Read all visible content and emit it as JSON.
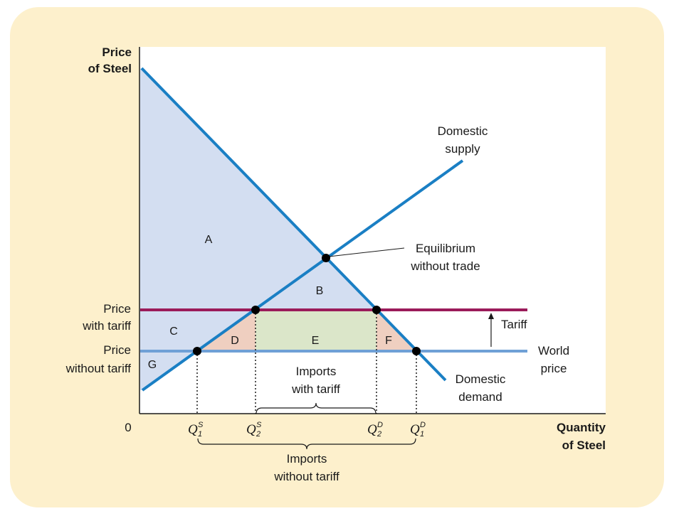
{
  "colors": {
    "background": "#fdf0cc",
    "demand_supply_line": "#1a7fc4",
    "tariff_line": "#9b1b5a",
    "world_price_line": "#6fa0d6",
    "consumer_surplus_fill": "#d3def1",
    "deadweight_fill": "#efcfc0",
    "tariff_revenue_fill": "#dbe6c9"
  },
  "axes": {
    "y_title_line1": "Price",
    "y_title_line2": "of Steel",
    "x_title_line1": "Quantity",
    "x_title_line2": "of Steel",
    "origin": "0"
  },
  "price_labels": {
    "with_tariff_line1": "Price",
    "with_tariff_line2": "with tariff",
    "without_tariff_line1": "Price",
    "without_tariff_line2": "without tariff"
  },
  "curves": {
    "supply_line1": "Domestic",
    "supply_line2": "supply",
    "demand_line1": "Domestic",
    "demand_line2": "demand",
    "equilibrium_line1": "Equilibrium",
    "equilibrium_line2": "without trade",
    "tariff": "Tariff",
    "world_line1": "World",
    "world_line2": "price"
  },
  "areas": {
    "A": "A",
    "B": "B",
    "C": "C",
    "D": "D",
    "E": "E",
    "F": "F",
    "G": "G"
  },
  "quantities": [
    {
      "base": "Q",
      "sup": "S",
      "sub": "1"
    },
    {
      "base": "Q",
      "sup": "S",
      "sub": "2"
    },
    {
      "base": "Q",
      "sup": "D",
      "sub": "2"
    },
    {
      "base": "Q",
      "sup": "D",
      "sub": "1"
    }
  ],
  "braces": {
    "with_tariff_line1": "Imports",
    "with_tariff_line2": "with tariff",
    "without_tariff_line1": "Imports",
    "without_tariff_line2": "without tariff"
  }
}
